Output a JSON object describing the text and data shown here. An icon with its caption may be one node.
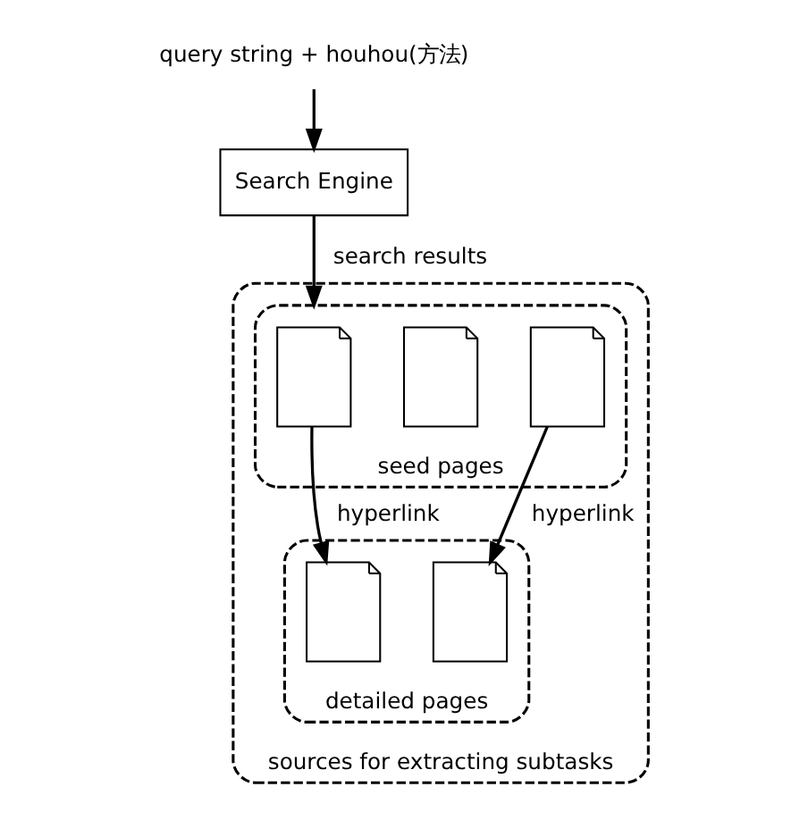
{
  "diagram": {
    "nodes": [
      {
        "text": [
          "query string + houhou(方法)"
        ]
      },
      {
        "text": [
          "Search Engine"
        ]
      },
      {
        "text": [
          "sources for extracting subtasks"
        ]
      },
      {
        "text": [
          "seed pages"
        ],
        "in": 2
      },
      {
        "text": [],
        "shape": "page",
        "in": 3
      },
      {
        "text": [],
        "shape": "page",
        "in": 3
      },
      {
        "text": [],
        "shape": "page",
        "in": 3
      },
      {
        "text": [
          "detailed pages"
        ],
        "in": 2
      },
      {
        "text": [],
        "shape": "page",
        "in": 7
      },
      {
        "text": [],
        "shape": "page",
        "in": 7
      }
    ],
    "edges": [
      {
        "from": 0,
        "to": 1,
        "arrow": "to"
      },
      {
        "from": 1,
        "to": 3,
        "arrow": "to",
        "label": "search results"
      },
      {
        "from": 4,
        "to": 8,
        "arrow": "to",
        "label": "hyperlink"
      },
      {
        "from": 6,
        "to": 9,
        "arrow": "to",
        "label": "hyperlink"
      }
    ]
  }
}
